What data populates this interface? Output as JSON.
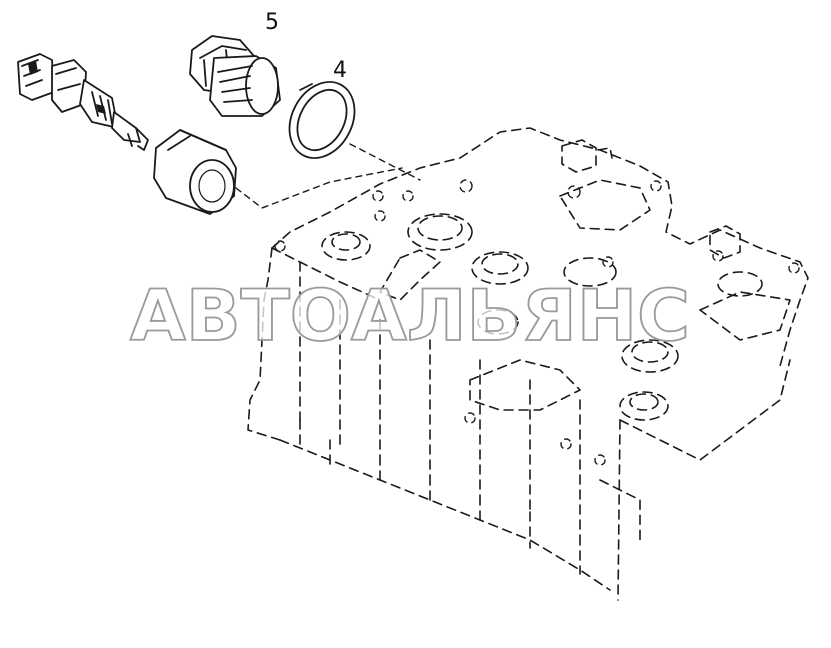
{
  "callouts": {
    "part_5": "5",
    "part_4": "4"
  },
  "watermark": {
    "text": "АВТОАЛЬЯНС"
  },
  "colors": {
    "line": "#1a1a1a",
    "background": "#ffffff",
    "watermark_outline": "#9a9a9a"
  }
}
